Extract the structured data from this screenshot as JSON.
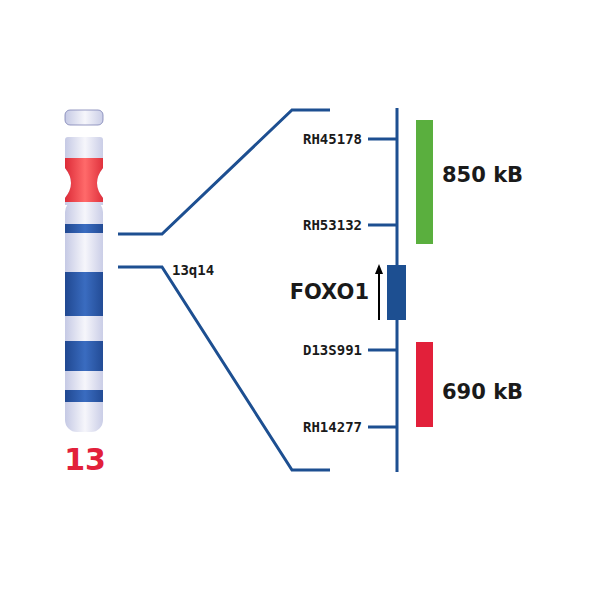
{
  "diagram": {
    "labels": [
      "13",
      "13q14",
      "RH45178",
      "RH53132",
      "FOXO1",
      "D13S991",
      "RH14277",
      "850 kB",
      "690 kB"
    ]
  }
}
